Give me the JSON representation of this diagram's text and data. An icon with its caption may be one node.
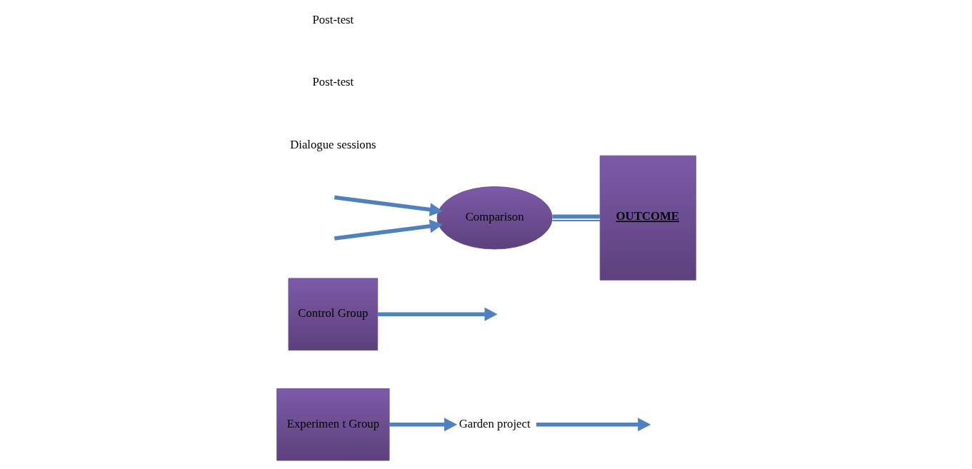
{
  "diagram": {
    "nodes": [
      {
        "text": [
          "Experimen t Group"
        ]
      },
      {
        "text": [
          "Garden project"
        ]
      },
      {
        "text": [
          "Control Group"
        ]
      },
      {
        "text": [
          "Comparison"
        ]
      },
      {
        "text": [
          "OUTCOME"
        ]
      }
    ],
    "edges": [
      {
        "from": 0,
        "to": 1,
        "arrow": "to"
      },
      {
        "from": 1,
        "to": null,
        "arrow": "to"
      },
      {
        "from": null,
        "to": 3,
        "arrow": "to"
      },
      {
        "from": null,
        "to": 3,
        "arrow": "to"
      },
      {
        "from": 2,
        "to": null,
        "arrow": "to"
      },
      {
        "from": 3,
        "to": 4,
        "arrow": "none"
      }
    ],
    "labels": [
      "Dialogue sessions",
      "Post-test",
      "Post-test"
    ]
  }
}
